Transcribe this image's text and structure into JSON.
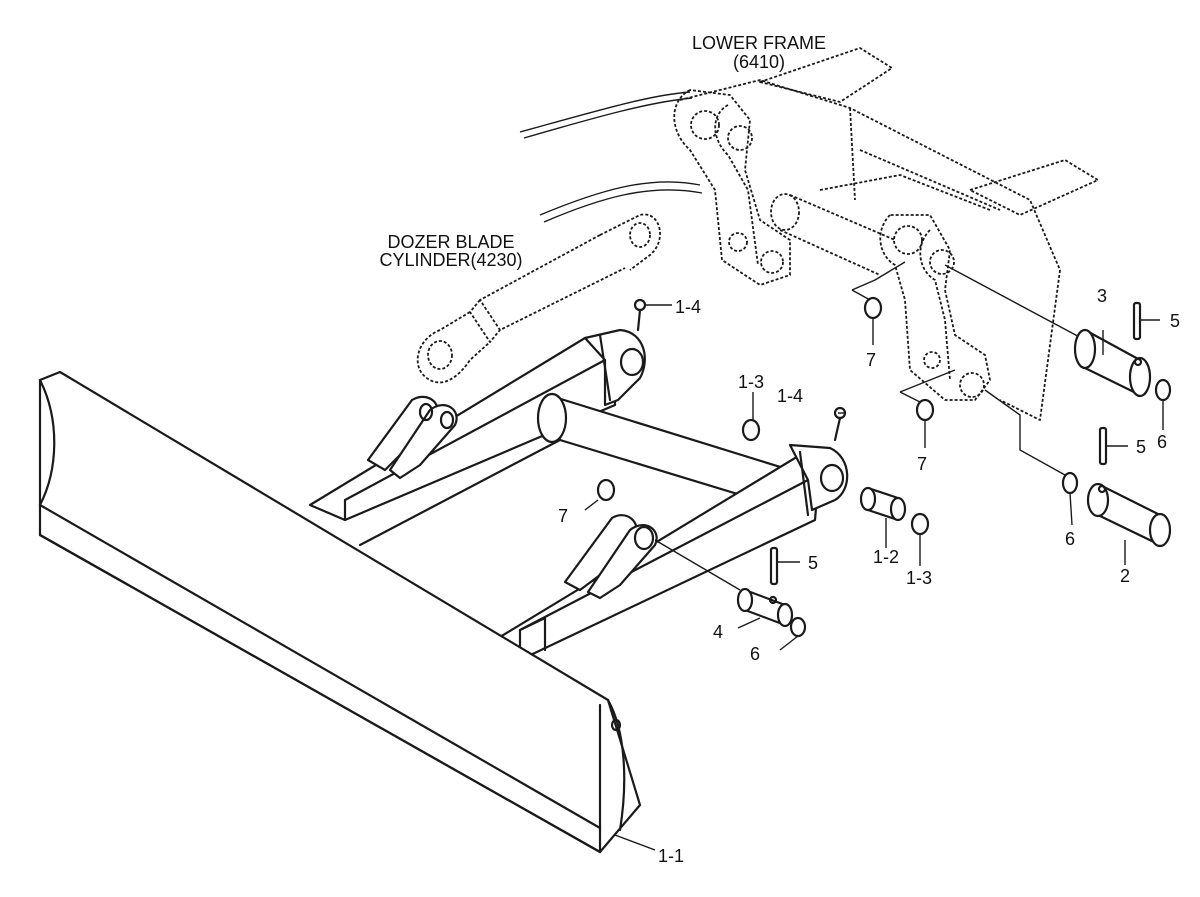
{
  "assembly_labels": {
    "lower_frame_title": "LOWER FRAME",
    "lower_frame_code": "(6410)",
    "cylinder_title": "DOZER BLADE",
    "cylinder_code": "CYLINDER(4230)"
  },
  "callouts": {
    "p1_4_a": "1-4",
    "p1_4_b": "1-4",
    "p1_3_a": "1-3",
    "p1_3_b": "1-3",
    "p1_2": "1-2",
    "p1_1": "1-1",
    "p2": "2",
    "p3": "3",
    "p4": "4",
    "p5_a": "5",
    "p5_b": "5",
    "p5_c": "5",
    "p6_a": "6",
    "p6_b": "6",
    "p6_c": "6",
    "p7_a": "7",
    "p7_b": "7",
    "p7_c": "7"
  }
}
